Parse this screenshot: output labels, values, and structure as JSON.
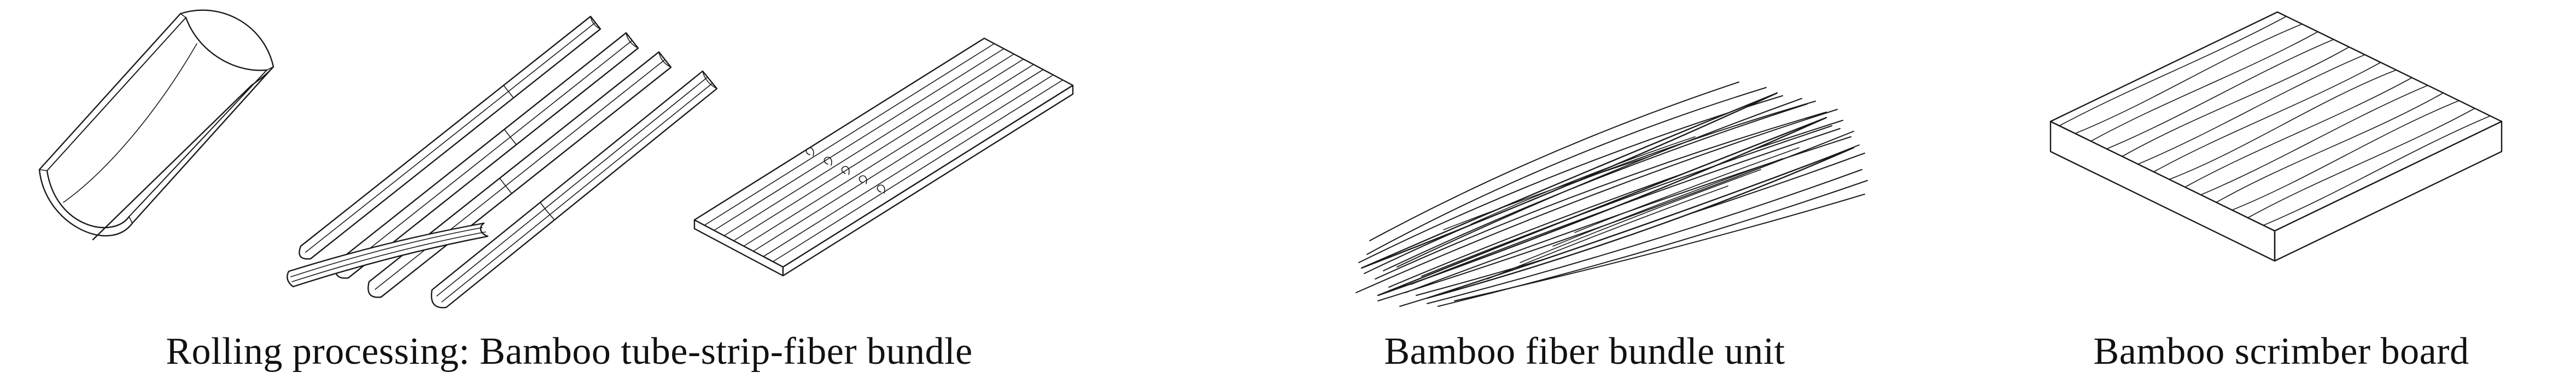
{
  "figure": {
    "background": "#ffffff",
    "line_color": "#1a1a1a",
    "panels": [
      {
        "id": "rolling-processing",
        "caption": "Rolling processing: Bamboo tube-strip-fiber bundle",
        "illustrations": [
          "bamboo-half-tube",
          "bamboo-split-strips",
          "bamboo-flattened-strip"
        ]
      },
      {
        "id": "fiber-bundle-unit",
        "caption": "Bamboo fiber bundle unit",
        "illustrations": [
          "bamboo-fiber-bundle"
        ]
      },
      {
        "id": "scrimber-board",
        "caption": "Bamboo scrimber board",
        "illustrations": [
          "bamboo-scrimber-board"
        ]
      }
    ]
  }
}
